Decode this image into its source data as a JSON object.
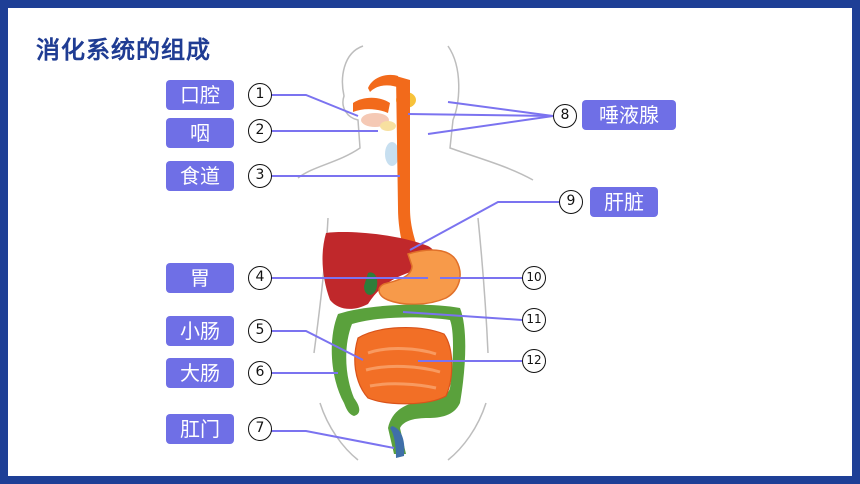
{
  "title": "消化系统的组成",
  "labels": {
    "mouth": "口腔",
    "pharynx": "咽",
    "esophagus": "食道",
    "stomach": "胃",
    "small_intestine": "小肠",
    "large_intestine": "大肠",
    "anus": "肛门",
    "salivary_gland": "唾液腺",
    "liver": "肝脏"
  },
  "numbers": [
    "1",
    "2",
    "3",
    "4",
    "5",
    "6",
    "7",
    "8",
    "9",
    "10",
    "11",
    "12"
  ],
  "colors": {
    "frame": "#1e3f96",
    "title": "#1f3c93",
    "tag": "#6f6fe6",
    "leader": "#7b73f0",
    "esophagus": "#f26a1b",
    "liver": "#c0282b",
    "stomach": "#f79a4a",
    "small_intestine": "#f26f26",
    "large_intestine": "#5aa13c",
    "salivary": "#f7c23a"
  }
}
